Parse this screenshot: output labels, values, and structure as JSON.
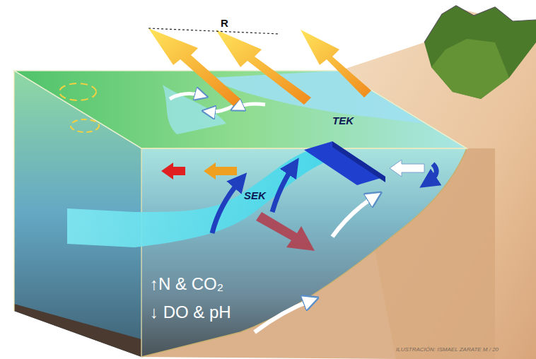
{
  "diagram": {
    "labels": [
      "R",
      "TEK",
      "SEK",
      "↑N & CO₂",
      "↓ DO & pH",
      "ILUSTRACIÓN: ISMAEL ZARATE M / 20"
    ]
  }
}
